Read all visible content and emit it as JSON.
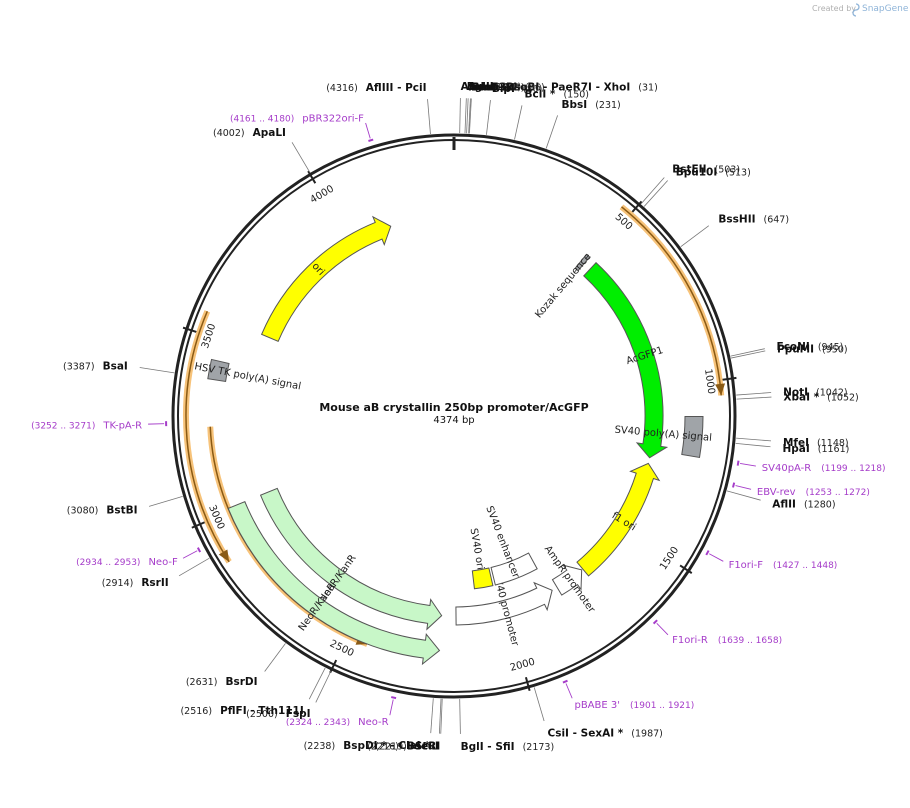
{
  "credit": {
    "created_by": "Created by",
    "brand": "SnapGene"
  },
  "plasmid": {
    "name": "Mouse aB crystallin 250bp promoter/AcGFP",
    "length_label": "4374 bp",
    "length": 4374
  },
  "ticks": [
    {
      "pos": 500,
      "label": "500"
    },
    {
      "pos": 1000,
      "label": "1000"
    },
    {
      "pos": 1500,
      "label": "1500"
    },
    {
      "pos": 2000,
      "label": "2000"
    },
    {
      "pos": 2500,
      "label": "2500"
    },
    {
      "pos": 3000,
      "label": "3000"
    },
    {
      "pos": 3500,
      "label": "3500"
    },
    {
      "pos": 4000,
      "label": "4000"
    }
  ],
  "features": [
    {
      "name": "ori",
      "start": 3560,
      "end": 4150,
      "dir": 1,
      "color": "#ffff00",
      "r": 200
    },
    {
      "name": "AcGFP1",
      "start": 520,
      "end": 1240,
      "dir": 1,
      "color": "#00ee00",
      "r": 200
    },
    {
      "name": "f1 ori",
      "start": 1260,
      "end": 1700,
      "dir": -1,
      "color": "#ffff00",
      "r": 200
    },
    {
      "name": "AmpR promoter",
      "start": 1705,
      "end": 1810,
      "dir": -1,
      "color": "#ffffff",
      "r": 200
    },
    {
      "name": "SV40 promoter",
      "start": 1830,
      "end": 2180,
      "dir": -1,
      "color": "#ffffff",
      "r": 200
    },
    {
      "name": "SV40 enhancer",
      "start": 1840,
      "end": 2020,
      "dir": 0,
      "color": "#ffffff",
      "r": 165
    },
    {
      "name": "SV40 ori",
      "start": 2030,
      "end": 2105,
      "dir": 0,
      "color": "#ffff00",
      "r": 165
    },
    {
      "name": "NeoR/KanR",
      "start": 2230,
      "end": 3010,
      "dir": -1,
      "color": "#c8f7c8",
      "r": 200
    },
    {
      "name": "NeoR/KanR",
      "start": 2230,
      "end": 3010,
      "dir": -1,
      "color": "#c8f7c8",
      "r": 235
    },
    {
      "name": "Kozak sequence",
      "start": 478,
      "end": 492,
      "dir": 0,
      "color": "#a0a4a8",
      "r": 200
    },
    {
      "name": "SV40 poly(A) signal",
      "start": 1095,
      "end": 1210,
      "dir": 0,
      "color": "#a0a4a8",
      "r": 240
    },
    {
      "name": "HSV TK poly(A) signal",
      "start": 3385,
      "end": 3440,
      "dir": 0,
      "color": "#a0a4a8",
      "r": 240
    }
  ],
  "orange_arcs": [
    {
      "start": 470,
      "end": 1040,
      "dir": 1,
      "r": 268
    },
    {
      "start": 2440,
      "end": 3250,
      "dir": -1,
      "r": 244
    },
    {
      "start": 2880,
      "end": 3560,
      "dir": -1,
      "r": 268
    }
  ],
  "sites": [
    {
      "name": "AfeI",
      "pos_label": "(14)",
      "loc": 14
    },
    {
      "name": "AflIII - PciI",
      "pos_label": "(4316)",
      "loc": 4316
    },
    {
      "name": "BglII",
      "pos_label": "(27)",
      "loc": 27
    },
    {
      "name": "AvaI - BsoBI - PaeR7I - XhoI",
      "pos_label": "(31)",
      "loc": 31
    },
    {
      "name": "Eco53kI",
      "pos_label": "(36)",
      "loc": 36
    },
    {
      "name": "SacI",
      "pos_label": "(38)",
      "loc": 38
    },
    {
      "name": "BlpI",
      "pos_label": "(80)",
      "loc": 80
    },
    {
      "name": "BclI *",
      "pos_label": "(150)",
      "loc": 150
    },
    {
      "name": "BbsI",
      "pos_label": "(231)",
      "loc": 231
    },
    {
      "name": "BstEII",
      "pos_label": "(503)",
      "loc": 503
    },
    {
      "name": "Bpu10I",
      "pos_label": "(513)",
      "loc": 513
    },
    {
      "name": "BssHII",
      "pos_label": "(647)",
      "loc": 647
    },
    {
      "name": "EcoNI",
      "pos_label": "(945)",
      "loc": 945
    },
    {
      "name": "PpuMI",
      "pos_label": "(950)",
      "loc": 950
    },
    {
      "name": "NotI",
      "pos_label": "(1042)",
      "loc": 1042
    },
    {
      "name": "XbaI *",
      "pos_label": "(1052)",
      "loc": 1052
    },
    {
      "name": "MfeI",
      "pos_label": "(1148)",
      "loc": 1148
    },
    {
      "name": "HpaI",
      "pos_label": "(1161)",
      "loc": 1161
    },
    {
      "name": "AflII",
      "pos_label": "(1280)",
      "loc": 1280
    },
    {
      "name": "CsiI - SexAI *",
      "pos_label": "(1987)",
      "loc": 1987
    },
    {
      "name": "BglI - SfiI",
      "pos_label": "(2173)",
      "loc": 2173
    },
    {
      "name": "BseRI",
      "pos_label": "(2216)",
      "loc": 2216
    },
    {
      "name": "StuI",
      "pos_label": "(2219)",
      "loc": 2219
    },
    {
      "name": "BspDI * - ClaI *",
      "pos_label": "(2238)",
      "loc": 2238
    },
    {
      "name": "FspI",
      "pos_label": "(2500)",
      "loc": 2500
    },
    {
      "name": "PflFI - Tth111I",
      "pos_label": "(2516)",
      "loc": 2516
    },
    {
      "name": "BsrDI",
      "pos_label": "(2631)",
      "loc": 2631
    },
    {
      "name": "RsrII",
      "pos_label": "(2914)",
      "loc": 2914
    },
    {
      "name": "BstBI",
      "pos_label": "(3080)",
      "loc": 3080
    },
    {
      "name": "BsaI",
      "pos_label": "(3387)",
      "loc": 3387
    },
    {
      "name": "ApaLI",
      "pos_label": "(4002)",
      "loc": 4002
    }
  ],
  "primers": [
    {
      "name": "pBR322ori-F",
      "pos_label": "(4161 .. 4180)",
      "loc": 4170
    },
    {
      "name": "TK-pA-R",
      "pos_label": "(3252 .. 3271)",
      "loc": 3262
    },
    {
      "name": "Neo-F",
      "pos_label": "(2934 .. 2953)",
      "loc": 2944
    },
    {
      "name": "Neo-R",
      "pos_label": "(2324 .. 2343)",
      "loc": 2334
    },
    {
      "name": "pBABE 3'",
      "pos_label": "(1901 .. 1921)",
      "loc": 1911
    },
    {
      "name": "F1ori-R",
      "pos_label": "(1639 .. 1658)",
      "loc": 1648
    },
    {
      "name": "F1ori-F",
      "pos_label": "(1427 .. 1448)",
      "loc": 1438
    },
    {
      "name": "SV40pA-R",
      "pos_label": "(1199 .. 1218)",
      "loc": 1208
    },
    {
      "name": "EBV-rev",
      "pos_label": "(1253 .. 1272)",
      "loc": 1262
    }
  ]
}
